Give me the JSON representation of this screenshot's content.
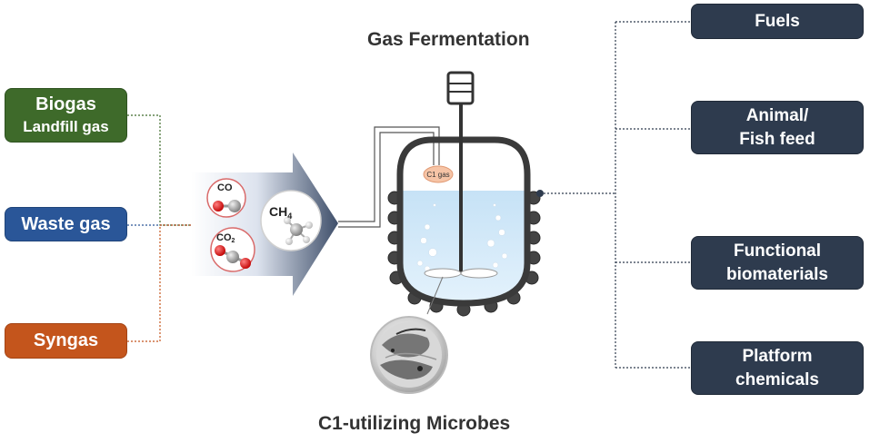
{
  "title": "Gas Fermentation",
  "subtitle": "C1-utilizing  Microbes",
  "sources": [
    {
      "line1": "Biogas",
      "line2": "Landfill gas",
      "color": "#3e6a2a"
    },
    {
      "line1": "Waste gas",
      "line2": "",
      "color": "#2a5698"
    },
    {
      "line1": "Syngas",
      "line2": "",
      "color": "#c4551c"
    }
  ],
  "molecules": {
    "co": "CO",
    "co2": "CO",
    "co2_sub": "2",
    "ch4": "CH",
    "ch4_sub": "4"
  },
  "reactor": {
    "headspace_label": "C1 gas"
  },
  "outputs": [
    {
      "line1": "Fuels",
      "line2": ""
    },
    {
      "line1": "Animal/",
      "line2": "Fish feed"
    },
    {
      "line1": "Functional",
      "line2": "biomaterials"
    },
    {
      "line1": "Platform",
      "line2": "chemicals"
    }
  ],
  "colors": {
    "output_box": "#2e3b4e",
    "reactor_outline": "#3a3a3a",
    "liquid": "#cfe6f7",
    "connector": "#2e3b4e"
  }
}
